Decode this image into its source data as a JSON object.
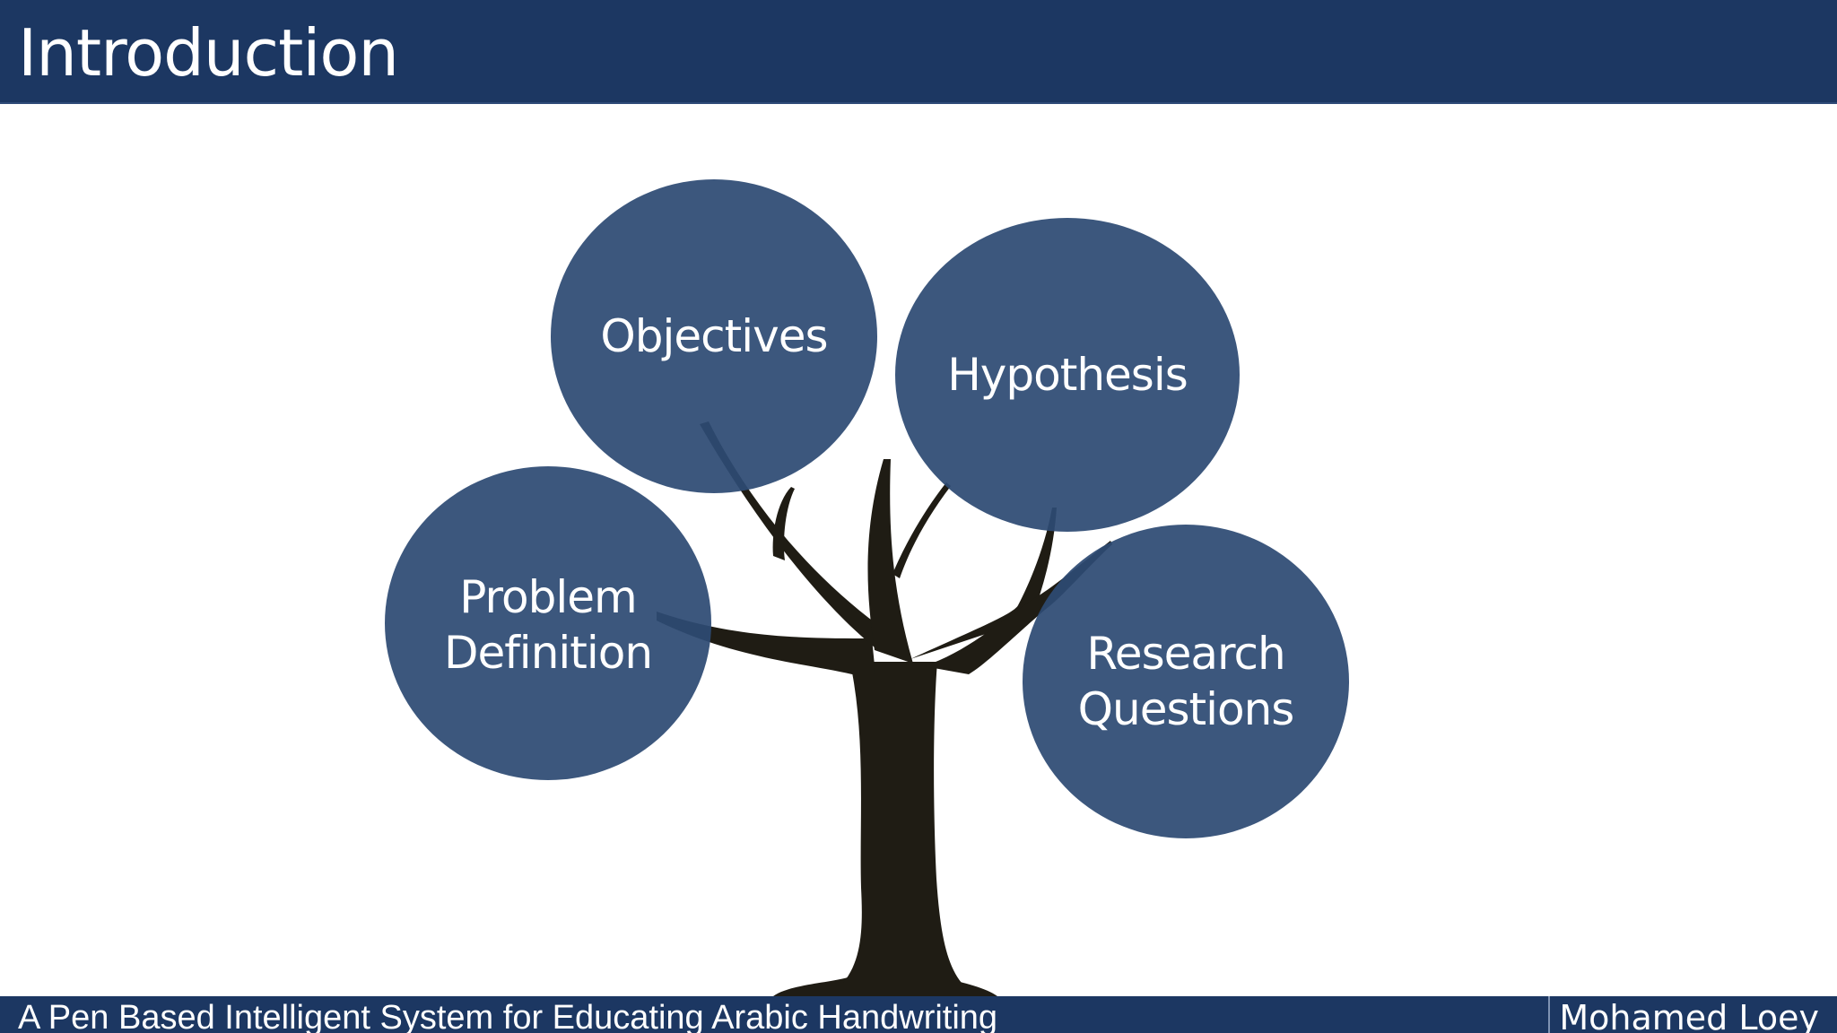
{
  "header": {
    "title": "Introduction"
  },
  "diagram": {
    "bubbles": [
      {
        "id": "objectives",
        "lines": [
          "Objectives"
        ]
      },
      {
        "id": "hypothesis",
        "lines": [
          "Hypothesis"
        ]
      },
      {
        "id": "problem-definition",
        "lines": [
          "Problem",
          "Definition"
        ]
      },
      {
        "id": "research-questions",
        "lines": [
          "Research",
          "Questions"
        ]
      }
    ],
    "colors": {
      "bubble": "#2d4a73",
      "trunk": "#1f1c14",
      "bar": "#1c3762"
    }
  },
  "footer": {
    "left_text": "A Pen Based Intelligent System for Educating Arabic Handwriting",
    "right_text": "Mohamed Loey"
  }
}
